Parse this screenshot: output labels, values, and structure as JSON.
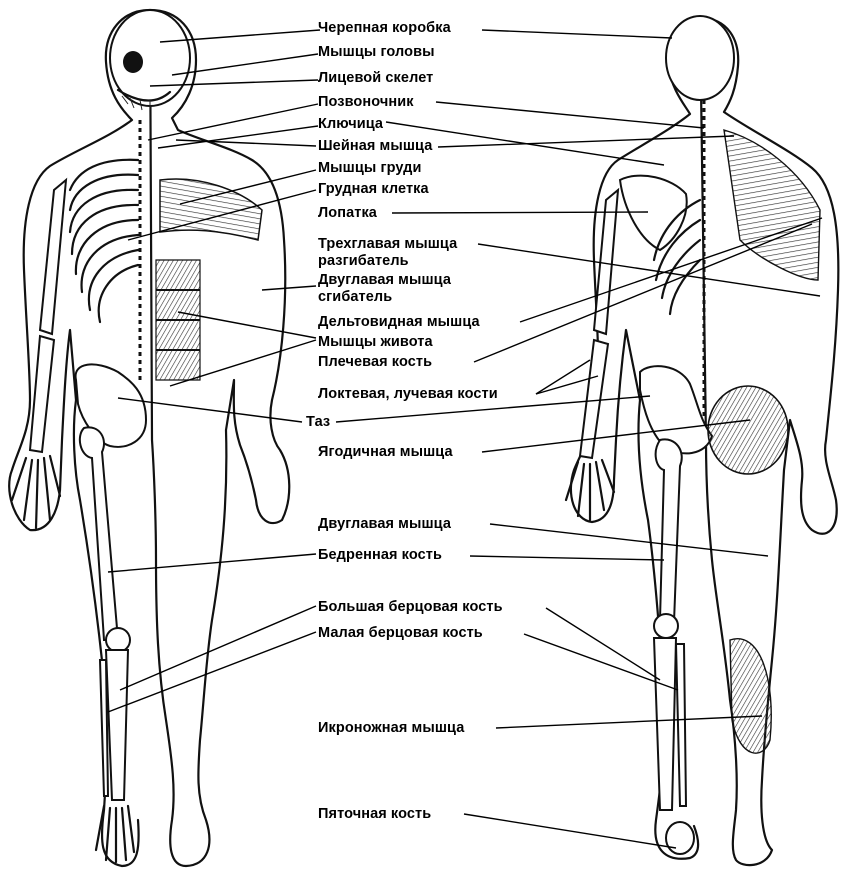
{
  "labels": {
    "skull": "Черепная коробка",
    "head_muscles": "Мышцы головы",
    "facial_skeleton": "Лицевой скелет",
    "spine": "Позвоночник",
    "clavicle": "Ключица",
    "neck_muscle": "Шейная мышца",
    "chest_muscles": "Мышцы груди",
    "rib_cage": "Грудная клетка",
    "scapula": "Лопатка",
    "triceps_line1": "Трехглавая мышца",
    "triceps_line2": "разгибатель",
    "biceps_line1": "Двуглавая мышца",
    "biceps_line2": "сгибатель",
    "deltoid": "Дельтовидная мышца",
    "abdominal": "Мышцы живота",
    "humerus": "Плечевая кость",
    "ulna_radius": "Локтевая, лучевая кости",
    "pelvis": "Таз",
    "gluteal": "Ягодичная мышца",
    "biceps_femoris": "Двуглавая мышца",
    "femur": "Бедренная кость",
    "tibia": "Большая берцовая кость",
    "fibula": "Малая берцовая кость",
    "gastrocnemius": "Икроножная мышца",
    "calcaneus": "Пяточная кость"
  }
}
